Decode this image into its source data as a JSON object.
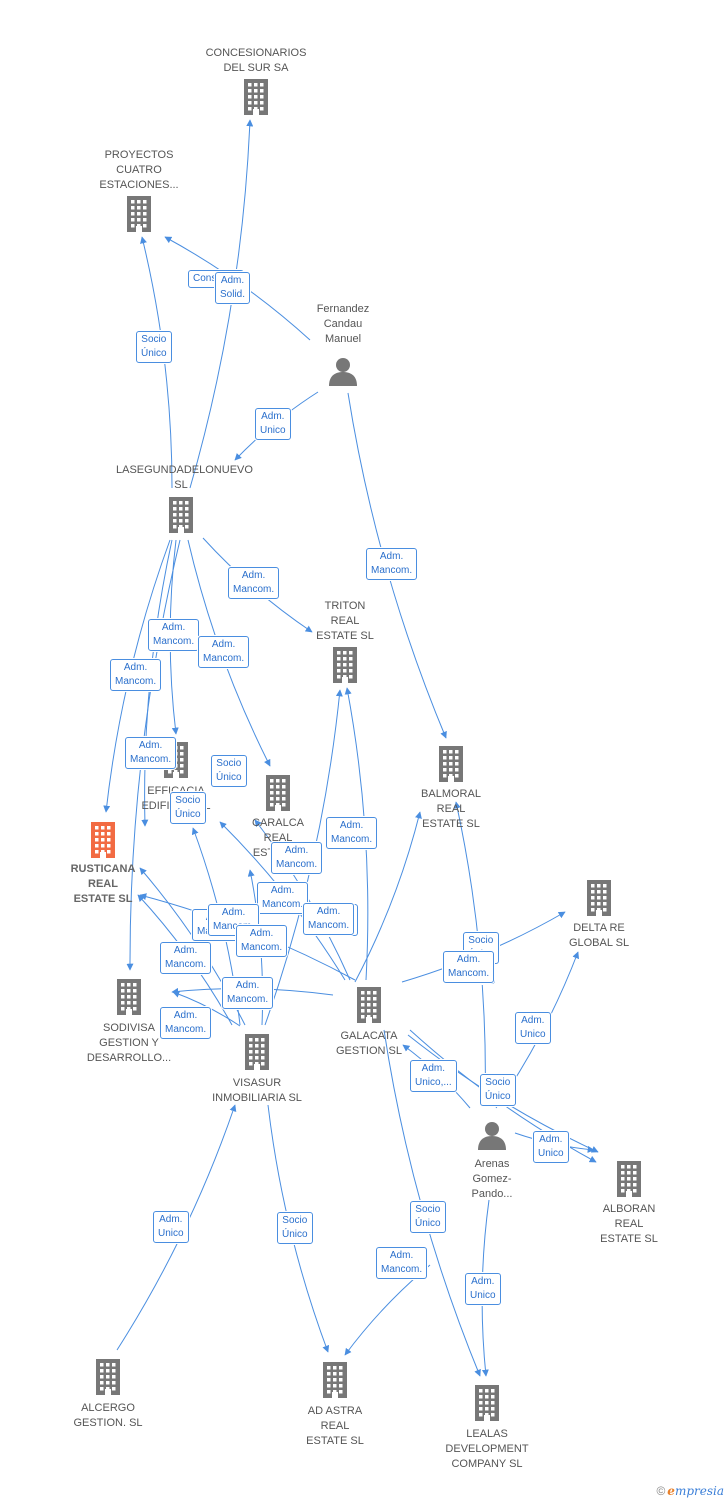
{
  "colors": {
    "edge": "#4a8ee0",
    "company": "#777777",
    "focus": "#f26b43",
    "person": "#777777"
  },
  "nodes": [
    {
      "id": "concesionarios",
      "label": "CONCESIONARIOS\nDEL SUR SA",
      "type": "company-icon"
    },
    {
      "id": "proyectos",
      "label": "PROYECTOS\nCUATRO\nESTACIONES...",
      "type": "company-icon"
    },
    {
      "id": "fernandez",
      "label": "Fernandez\nCandau\nManuel",
      "type": "person-icon"
    },
    {
      "id": "lasegunda",
      "label": "LASEGUNDADELONUEVO\nSL",
      "type": "company-icon"
    },
    {
      "id": "triton",
      "label": "TRITON\nREAL\nESTATE  SL",
      "type": "company-icon"
    },
    {
      "id": "balmoral",
      "label": "BALMORAL\nREAL\nESTATE  SL",
      "type": "company-icon"
    },
    {
      "id": "efficacia",
      "label": "EFFICACIA\nEDIFICA... SL",
      "type": "company-icon"
    },
    {
      "id": "caralca",
      "label": "CARALCA\nREAL\nESTATE...",
      "type": "company-icon"
    },
    {
      "id": "rusticana",
      "label": "RUSTICANA\nREAL\nESTATE  SL",
      "type": "company-icon",
      "focus": true
    },
    {
      "id": "deltare",
      "label": "DELTA RE\nGLOBAL  SL",
      "type": "company-icon"
    },
    {
      "id": "sodivisa",
      "label": "SODIVISA\nGESTION Y\nDESARROLLO...",
      "type": "company-icon"
    },
    {
      "id": "visasur",
      "label": "VISASUR\nINMOBILIARIA SL",
      "type": "company-icon"
    },
    {
      "id": "galacata",
      "label": "GALACATA\nGESTION  SL",
      "type": "company-icon"
    },
    {
      "id": "arenas",
      "label": "Arenas\nGomez-\nPando...",
      "type": "person-icon"
    },
    {
      "id": "alboran",
      "label": "ALBORAN\nREAL\nESTATE  SL",
      "type": "company-icon"
    },
    {
      "id": "alcergo",
      "label": "ALCERGO\nGESTION.  SL",
      "type": "company-icon"
    },
    {
      "id": "adastra",
      "label": "AD ASTRA\nREAL\nESTATE  SL",
      "type": "company-icon"
    },
    {
      "id": "lealas",
      "label": "LEALAS\nDEVELOPMENT\nCOMPANY  SL",
      "type": "company-icon"
    }
  ],
  "edge_labels": [
    "Consejero",
    "Adm.\nSolid.",
    "Socio\nÚnico",
    "Adm.\nUnico",
    "Adm.\nMancom.",
    "Adm.\nMancom.",
    "Adm.\nMancom.",
    "Adm.\nMancom.",
    "Adm.\nMancom.",
    "Adm.\nMancom.",
    "Socio\nÚnico",
    "Socio\nÚnico",
    "Adm.\nMancom.",
    "Adm.\nMancom.",
    "Adm.\nMancom.",
    "Adm.\nMancom.",
    "Adm.\nMancom.",
    "Adm.\nMancom.",
    "Adm.\nMancom.",
    "Socio\nÚnico",
    "Adm.\nMancom.",
    "Adm.\nMancom.",
    "Adm.\nMancom.",
    "Adm.\nMancom.",
    "Socio\nÚnico",
    "Adm.\nMancom.",
    "Adm.\nUnico",
    "Adm.\nUnico,...",
    "Socio\nÚnico",
    "Adm.\nUnico",
    "Adm.\nUnico",
    "Socio\nÚnico",
    "Socio\nÚnico",
    "Adm.\nMancom.",
    "Adm.\nUnico"
  ],
  "footer": {
    "copyright": "©",
    "brand_first": "e",
    "brand_rest": "mpresia"
  }
}
